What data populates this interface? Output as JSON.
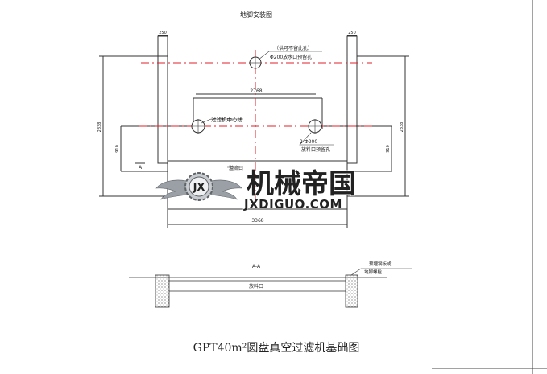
{
  "top_label": "地脚安装图",
  "dims": {
    "post_width_left": "250",
    "post_width_right": "250",
    "inner_spacing": "2768",
    "total_width": "3368",
    "height_left": "2338",
    "height_right": "2338",
    "offset_left": "910",
    "offset_right": "910"
  },
  "notes": {
    "hole_top_line1": "（供可不留此孔）",
    "hole_top_line2": "Φ200放水口预留孔",
    "center_label": "过滤机中心线",
    "hole_bottom_line1": "2-Φ200",
    "hole_bottom_line2": "放料口预留孔",
    "section_marker": "A",
    "overflow_label": "溢流口"
  },
  "section": {
    "title": "A-A",
    "right_callout_line1": "预埋钢板或",
    "right_callout_line2": "地脚螺栓",
    "middle_label": "放料口"
  },
  "main_title": "GPT40m²圆盘真空过滤机基础图",
  "watermark": {
    "logo_letters": "JX",
    "brand_cn": "机械帝国",
    "brand_url": "JXDIGUO.COM"
  },
  "colors": {
    "line": "#333333",
    "centerline": "#e0202a",
    "watermark_blue": "#1f6fa8",
    "watermark_navy": "#0d2f5e",
    "watermark_gray": "#9aa0a6"
  }
}
